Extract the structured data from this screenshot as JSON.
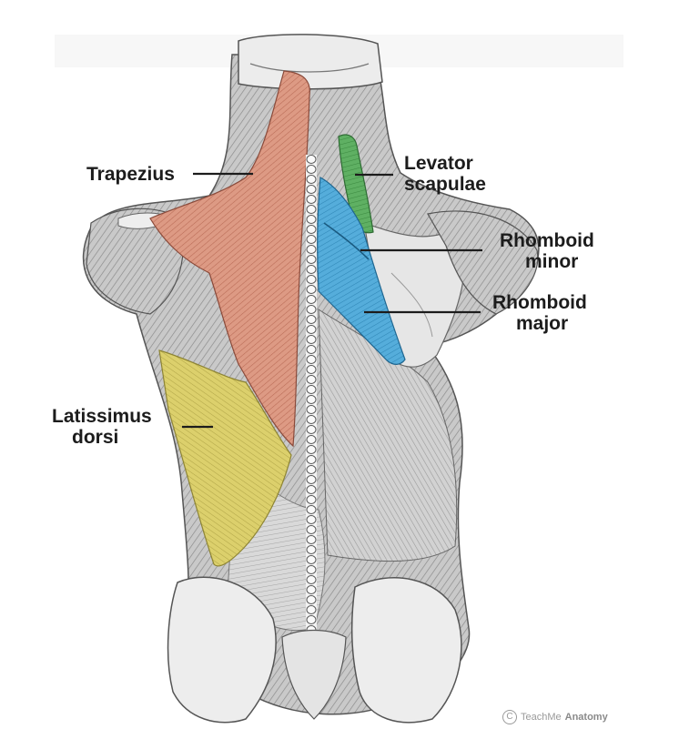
{
  "labels": {
    "trapezius": "Trapezius",
    "levator_line1": "Levator",
    "levator_line2": "scapulae",
    "rhomboid_minor_line1": "Rhomboid",
    "rhomboid_minor_line2": "minor",
    "rhomboid_major_line1": "Rhomboid",
    "rhomboid_major_line2": "major",
    "latissimus_line1": "Latissimus",
    "latissimus_line2": "dorsi"
  },
  "credit": {
    "symbol": "C",
    "text_light": "TeachMe",
    "text_bold": "Anatomy"
  },
  "colors": {
    "trapezius": "#d9907a",
    "levator_scapulae": "#5aaa5e",
    "rhomboids": "#4fa6d3",
    "latissimus_dorsi": "#d8cc62",
    "bone": "#e9e9e9",
    "muscle_gray": "#9a9a9a"
  }
}
